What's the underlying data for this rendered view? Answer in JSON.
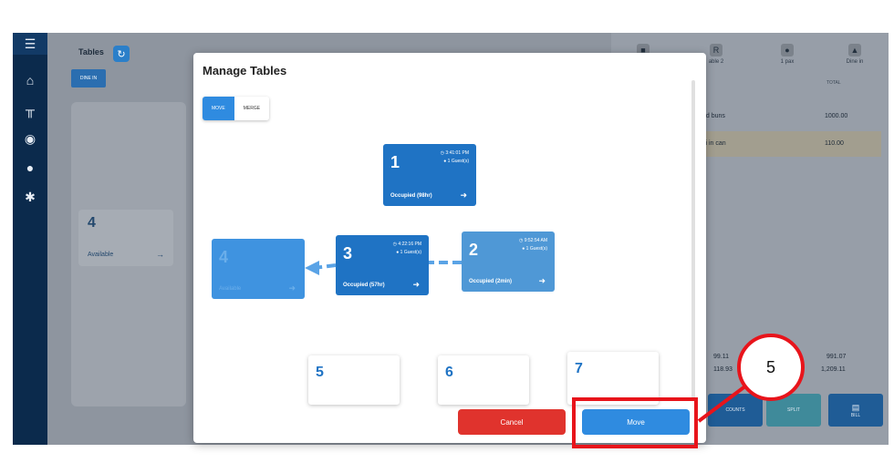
{
  "sidebar": {
    "icons": [
      "menu-icon",
      "home-icon",
      "table-icon",
      "bell-icon",
      "clock-icon",
      "gear-icon"
    ]
  },
  "main": {
    "tables_label": "Tables",
    "dine_in_tab": "DINE IN",
    "bg_table": {
      "number": "4",
      "status": "Available"
    }
  },
  "order_panel": {
    "headers": [
      "",
      "able 2",
      "1 pax",
      "Dine in"
    ],
    "total_header": "TOTAL",
    "items": [
      {
        "name": "ed buns",
        "total": "1000.00"
      },
      {
        "name": "si in can",
        "total": "110.00"
      }
    ],
    "summary": {
      "left": [
        "99.11",
        "118.93"
      ],
      "right": [
        "991.07",
        "1,209.11"
      ]
    },
    "actions": [
      "COUNTS",
      "SPLIT",
      "BILL"
    ]
  },
  "modal": {
    "title": "Manage Tables",
    "tabs": {
      "move": "MOVE",
      "merge": "MERGE"
    },
    "tables": [
      {
        "number": "1",
        "time": "3:41:01 PM",
        "guests": "1 Guest(s)",
        "status": "Occupied (98hr)"
      },
      {
        "number": "3",
        "time": "4:22:16 PM",
        "guests": "1 Guest(s)",
        "status": "Occupied (57hr)"
      },
      {
        "number": "2",
        "time": "9:52:54 AM",
        "guests": "1 Guest(s)",
        "status": "Occupied (2min)"
      },
      {
        "number": "4",
        "status": "Available"
      }
    ],
    "empty_tables": [
      "5",
      "6",
      "7"
    ],
    "cancel_label": "Cancel",
    "move_label": "Move"
  },
  "annotation": {
    "step": "5"
  },
  "colors": {
    "accent": "#1f73c4",
    "cancel": "#e0332d",
    "move": "#2f8be0",
    "highlight": "#e8141b"
  }
}
